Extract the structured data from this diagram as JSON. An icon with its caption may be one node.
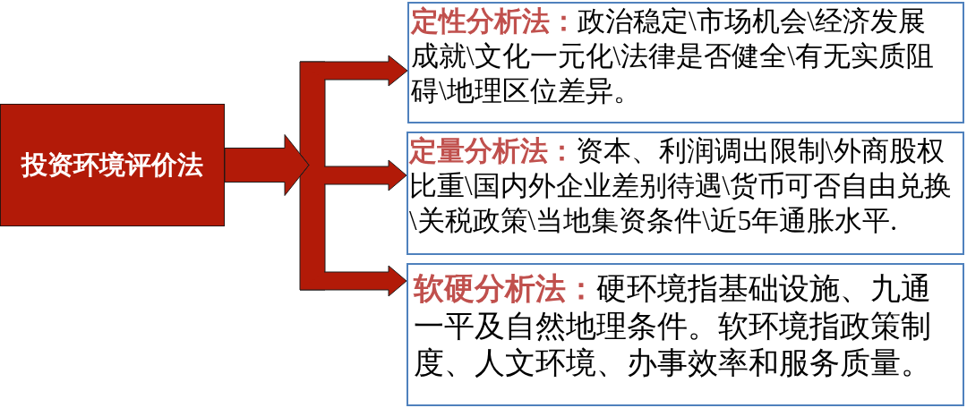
{
  "diagram": {
    "nodes": [
      {
        "text": [
          "投资环境评价法"
        ]
      },
      {
        "text": [
          "**定性分析法：**政治稳定\\市场机会\\经济发展成就\\文化一元化\\法律是否健全\\有无实质阻碍\\地理区位差异。"
        ]
      },
      {
        "text": [
          "**定量分析法：**资本、利润调出限制\\外商股权比重\\国内外企业差别待遇\\货币可否自由兑换\\关税政策\\当地集资条件\\近5年通胀水平."
        ]
      },
      {
        "text": [
          "**软硬分析法：**硬环境指基础设施、九通一平及自然地理条件。软环境指政策制度、人文环境、办事效率和服务质量。"
        ]
      }
    ],
    "edges": [
      {
        "from": 0,
        "to": 1,
        "arrow": "to"
      },
      {
        "from": 0,
        "to": 2,
        "arrow": "to"
      },
      {
        "from": 0,
        "to": 3,
        "arrow": "to"
      }
    ]
  }
}
